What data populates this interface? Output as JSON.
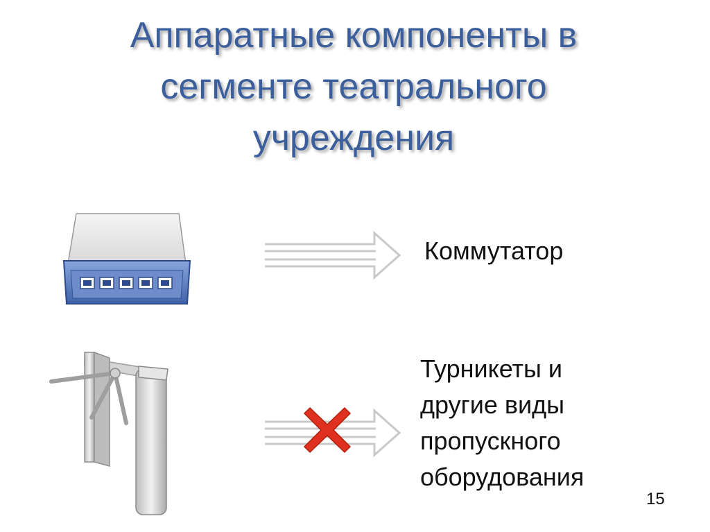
{
  "slide": {
    "title_lines": [
      "Аппаратные  компоненты в",
      "сегменте театрального",
      "учреждения"
    ],
    "items": [
      {
        "label": "Коммутатор",
        "icon": "network-switch-icon",
        "status": "included"
      },
      {
        "label_lines": [
          "Турникеты и",
          "другие виды",
          "пропускного",
          "оборудования"
        ],
        "icon": "turnstile-icon",
        "status": "excluded"
      }
    ],
    "page_number": "15"
  },
  "colors": {
    "title": "#3b5f9c",
    "switch_body": "#5a7fc0",
    "cross": "#e03020"
  }
}
